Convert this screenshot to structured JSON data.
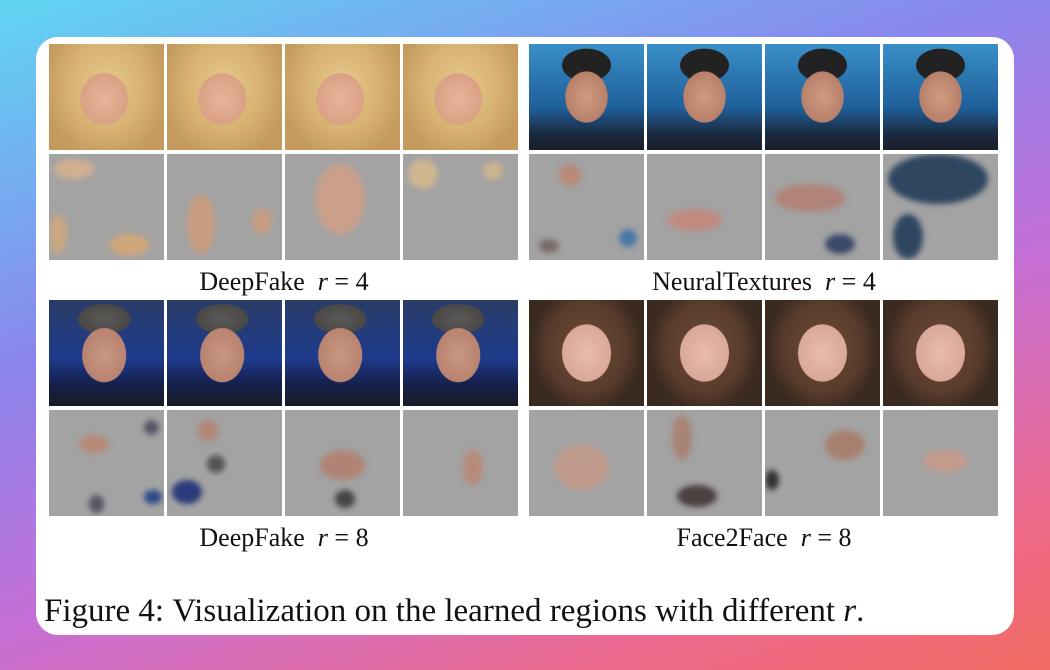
{
  "panels": [
    {
      "method": "DeepFake",
      "r_symbol": "r",
      "r_value": "= 4"
    },
    {
      "method": "NeuralTextures",
      "r_symbol": "r",
      "r_value": "= 4"
    },
    {
      "method": "DeepFake",
      "r_symbol": "r",
      "r_value": "= 8"
    },
    {
      "method": "Face2Face",
      "r_symbol": "r",
      "r_value": "= 8"
    }
  ],
  "caption": {
    "prefix": "Figure 4:",
    "text": "Visualization on the learned regions with different",
    "var": "r",
    "end": "."
  }
}
